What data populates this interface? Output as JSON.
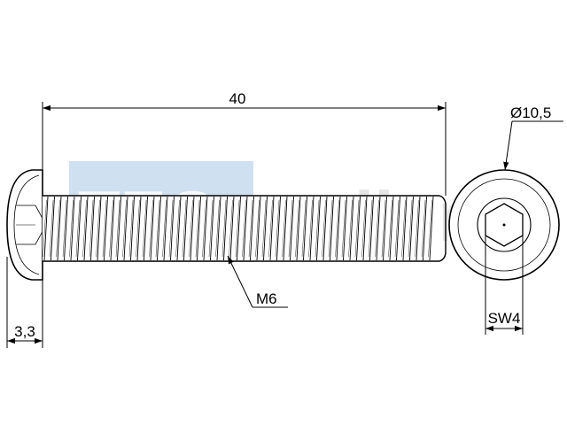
{
  "drawing": {
    "dimensions": {
      "length": "40",
      "head_height": "3,3",
      "thread": "M6",
      "head_diameter": "Ø10,5",
      "hex_socket": "SW4"
    },
    "watermark": {
      "left": "TEC",
      "right": "ller"
    },
    "colors": {
      "line": "#000000",
      "watermark_block": "#c9dcef",
      "watermark_text": "#d9d9d9"
    }
  }
}
